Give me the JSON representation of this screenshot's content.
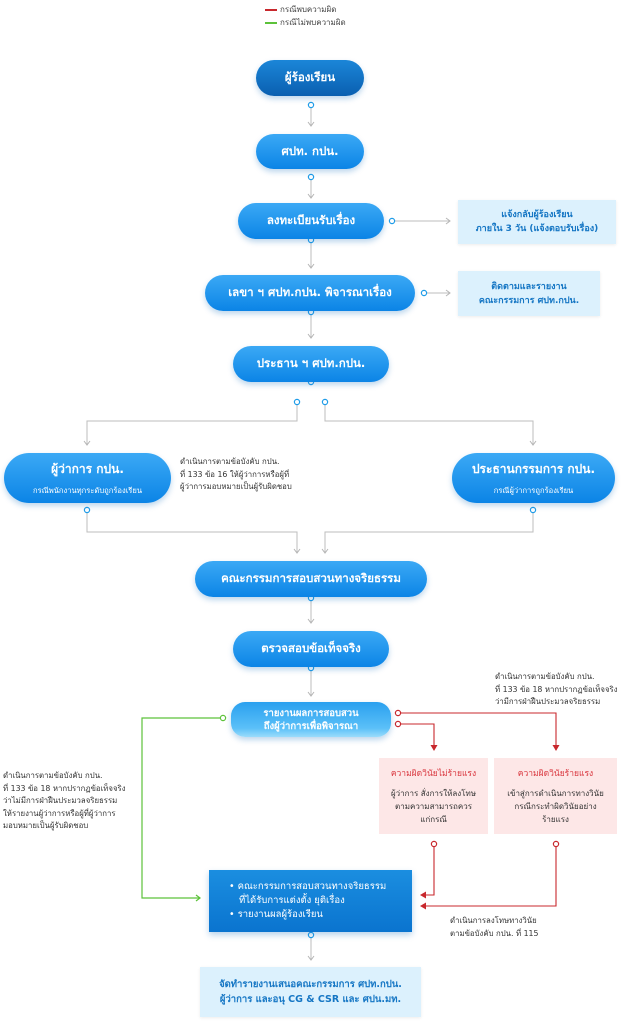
{
  "legend": {
    "found": "กรณีพบความผิด",
    "not_found": "กรณีไม่พบความผิด",
    "colors": {
      "found": "#c8282d",
      "not_found": "#5cc23a"
    }
  },
  "nodes": {
    "complainant": "ผู้ร้องเรียน",
    "center": "ศปท. กปน.",
    "register": "ลงทะเบียนรับเรื่อง",
    "notify_line1": "แจ้งกลับผู้ร้องเรียน",
    "notify_line2": "ภายใน 3 วัน (แจ้งตอบรับเรื่อง)",
    "secretary": "เลขา ฯ ศปท.กปน. พิจารณาเรื่อง",
    "follow_line1": "ติดตามและรายงาน",
    "follow_line2": "คณะกรรมการ ศปท.กปน.",
    "chairman_center": "ประธาน ฯ ศปท.กปน.",
    "governor_title": "ผู้ว่าการ กปน.",
    "governor_sub": "กรณีพนักงานทุกระดับถูกร้องเรียน",
    "board_title": "ประธานกรรมการ กปน.",
    "board_sub": "กรณีผู้ว่าการถูกร้องเรียน",
    "ethics_committee": "คณะกรรมการสอบสวนทางจริยธรรม",
    "fact_check": "ตรวจสอบข้อเท็จจริง",
    "report_line1": "รายงานผลการสอบสวน",
    "report_line2": "ถึงผู้ว่าการเพื่อพิจารณา",
    "minor_title": "ความผิดวินัยไม่ร้ายแรง",
    "minor_body": [
      "ผู้ว่าการ สั่งการให้ลงโทษ",
      "ตามความสามารถควร",
      "แก่กรณี"
    ],
    "severe_title": "ความผิดวินัยร้ายแรง",
    "severe_body": [
      "เข้าสู่การดำเนินการทางวินัย",
      "กรณีกระทำผิดวินัยอย่าง",
      "ร้ายแรง"
    ],
    "final_bullets": [
      "คณะกรรมการสอบสวนทางจริยธรรม",
      "ที่ได้รับการแต่งตั้ง ยุติเรื่อง",
      "รายงานผลผู้ร้องเรียน"
    ],
    "summary_line1": "จัดทำรายงานเสนอคณะกรรมการ ศปท.กปน.",
    "summary_line2": "ผู้ว่าการ และอนุ CG & CSR และ ศปน.มท."
  },
  "notes": {
    "governor_note": [
      "ดำเนินการตามข้อบังคับ กปน.",
      "ที่ 133 ข้อ 16 ให้ผู้ว่าการหรือผู้ที่",
      "ผู้ว่าการมอบหมายเป็นผู้รับผิดชอบ"
    ],
    "right_note": [
      "ดำเนินการตามข้อบังคับ กปน.",
      "ที่ 133 ข้อ 18 หากปรากฏข้อเท็จจริง",
      "ว่ามีการฝ่าฝืนประมวลจริยธรรม"
    ],
    "left_note": [
      "ดำเนินการตามข้อบังคับ กปน.",
      "ที่ 133 ข้อ 18 หากปรากฏข้อเท็จจริง",
      "ว่าไม่มีการฝ่าฝืนประมวลจริยธรรม",
      "ให้รายงานผู้ว่าการหรือผู้ที่ผู้ว่าการ",
      "มอบหมายเป็นผู้รับผิดชอบ"
    ],
    "penalty_note": [
      "ดำเนินการลงโทษทางวินัย",
      "ตามข้อบังคับ กปน. ที่ 115"
    ]
  }
}
